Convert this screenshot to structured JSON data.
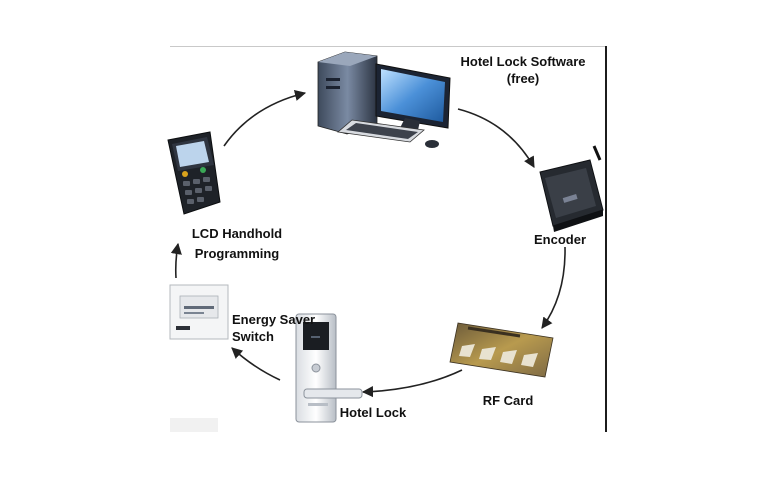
{
  "nodes": {
    "software": {
      "title": "Hotel Lock Software",
      "note": "(free)"
    },
    "encoder": {
      "label": "Encoder"
    },
    "rf_card": {
      "label": "RF Card"
    },
    "hotel_lock": {
      "label": "Hotel Lock"
    },
    "energy_saver": {
      "line1": "Energy Saver",
      "line2": "Switch"
    },
    "handheld": {
      "line1": "LCD Handhold",
      "line2": "Programming"
    }
  },
  "colors": {
    "arrow": "#222222",
    "device_dark": "#1e2228",
    "screen_blue": "#3f7fc4",
    "card_gold": "#b89a4e"
  },
  "icons": [
    "computer-icon",
    "encoder-icon",
    "rf-card-icon",
    "hotel-lock-icon",
    "energy-switch-icon",
    "handheld-programmer-icon"
  ]
}
